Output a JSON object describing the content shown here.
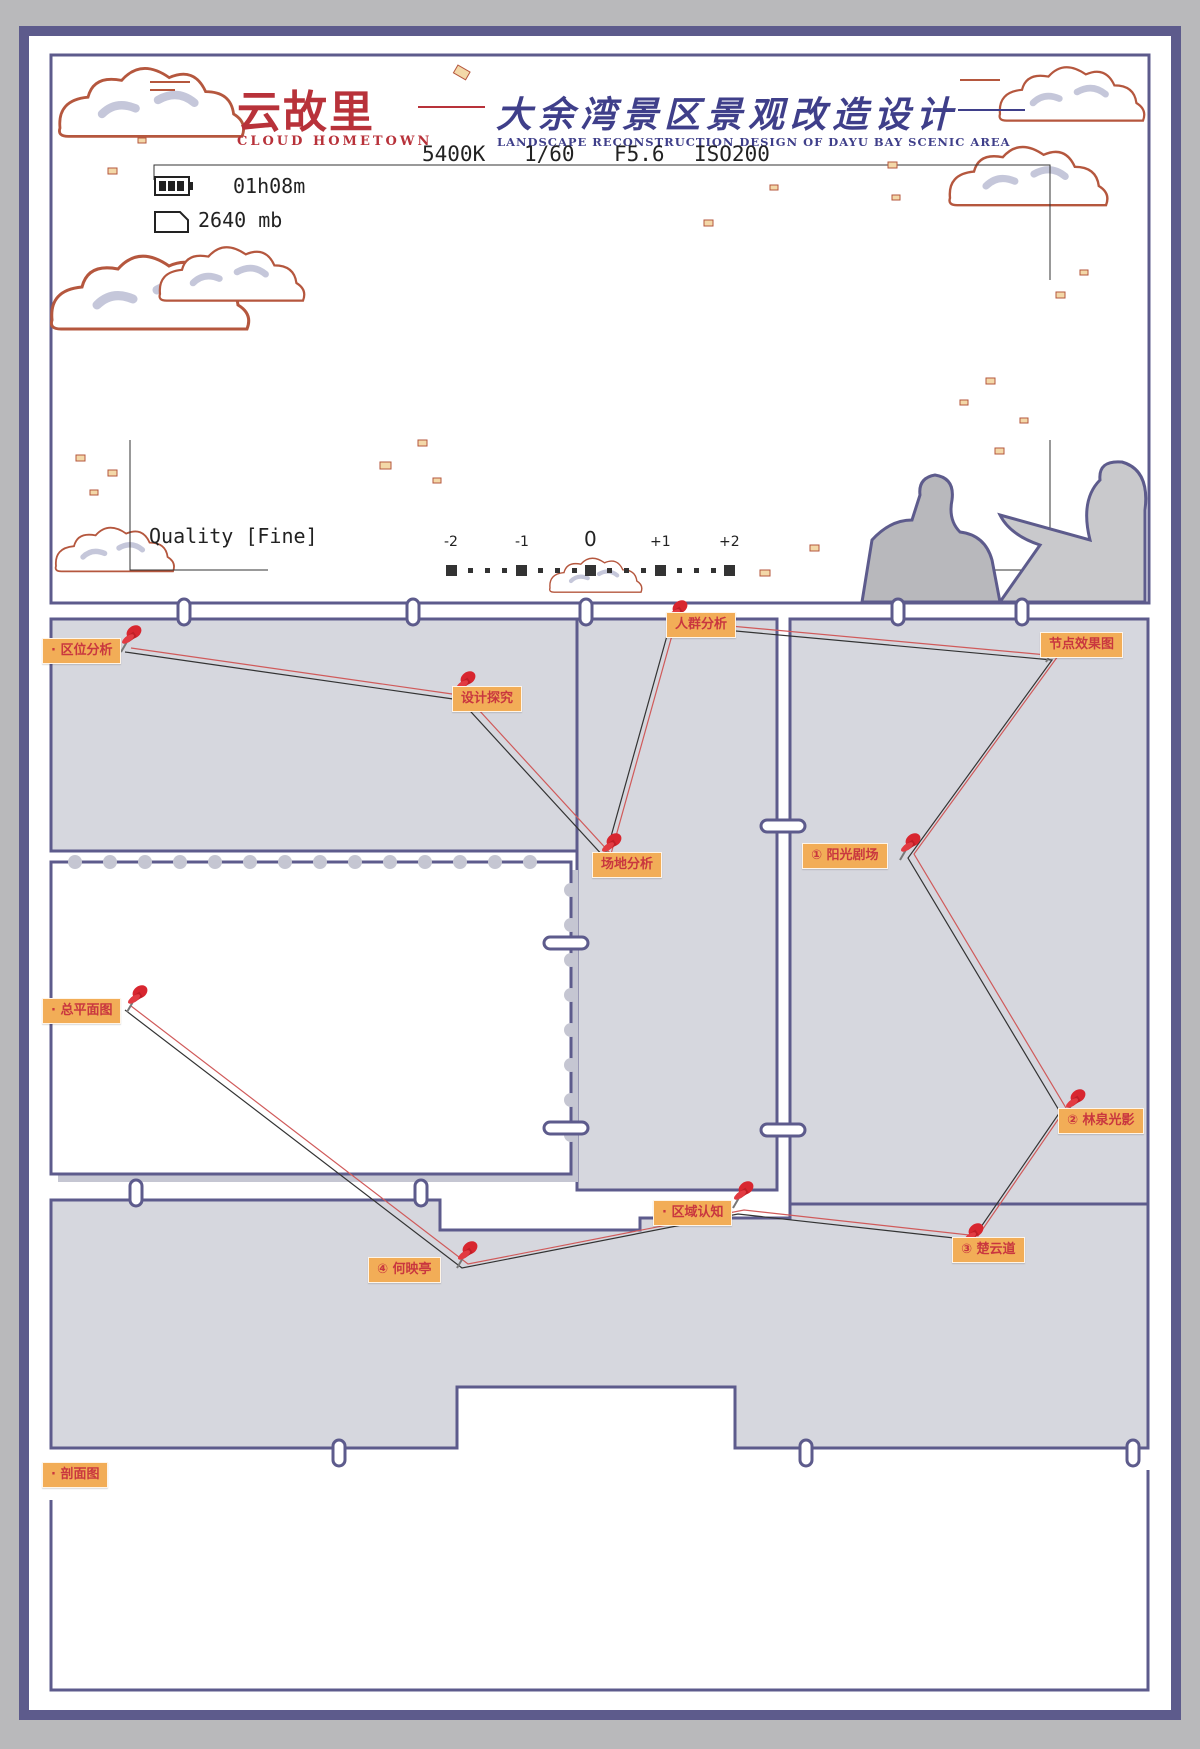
{
  "header": {
    "title_cn": "云故里",
    "subtitle_en": "CLOUD HOMETOWN",
    "project_title_cn": "大余湾景区景观改造设计",
    "project_title_en": "LANDSCAPE RECONSTRUCTION DESIGN OF DAYU BAY SCENIC AREA"
  },
  "camera": {
    "white_balance": "5400K",
    "shutter": "1/60",
    "aperture": "F5.6",
    "iso": "ISO200",
    "battery_time": "01h08m",
    "storage": "2640 mb",
    "quality": "Quality [Fine]",
    "exposure_scale": [
      "-2",
      "-1",
      "0",
      "+1",
      "+2"
    ]
  },
  "tags": {
    "location_analysis": "· 区位分析",
    "design_exploration": "设计探究",
    "crowd_analysis": "人群分析",
    "node_effect": "节点效果图",
    "site_analysis": "场地分析",
    "sunshine_theatre": "① 阳光剧场",
    "master_plan": "· 总平面图",
    "forest_spring": "② 林泉光影",
    "regional_cognition": "· 区域认知",
    "chu_cloud_road": "③ 楚云道",
    "heying_pavilion": "④ 何映亭",
    "section": "· 剖面图"
  },
  "colors": {
    "frame": "#5d5b8c",
    "panel": "#d6d7de",
    "accent_red": "#b8323a",
    "accent_blue": "#3f3f8a",
    "tag": "#f2ad57"
  }
}
